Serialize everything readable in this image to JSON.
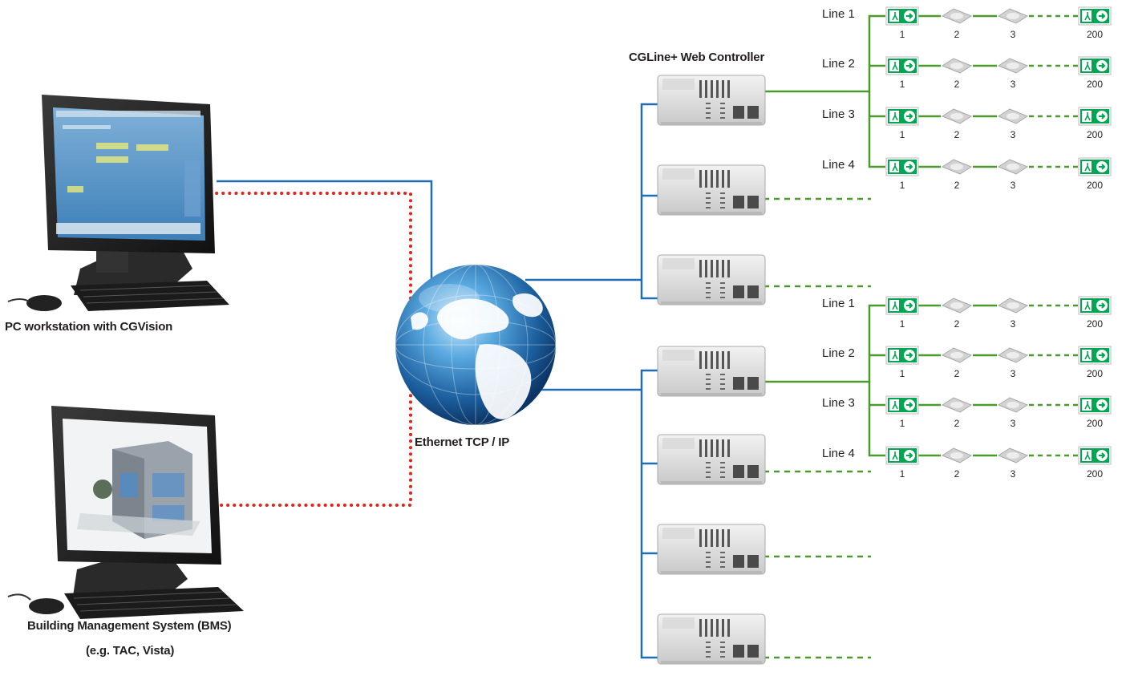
{
  "labels": {
    "pc": "PC workstation with CGVision",
    "bms_line1": "Building Management System (BMS)",
    "bms_line2": "(e.g. TAC, Vista)",
    "network": "Ethernet TCP / IP",
    "controller": "CGLine+ Web Controller"
  },
  "line_names": [
    "Line 1",
    "Line 2",
    "Line 3",
    "Line 4"
  ],
  "luminaire_numbers": [
    "1",
    "2",
    "3",
    "200"
  ],
  "colors": {
    "ethernet": "#1f6db3",
    "dotted_link": "#e2231a",
    "field_line": "#4a9a2e",
    "exit_sign": "#00a651"
  }
}
